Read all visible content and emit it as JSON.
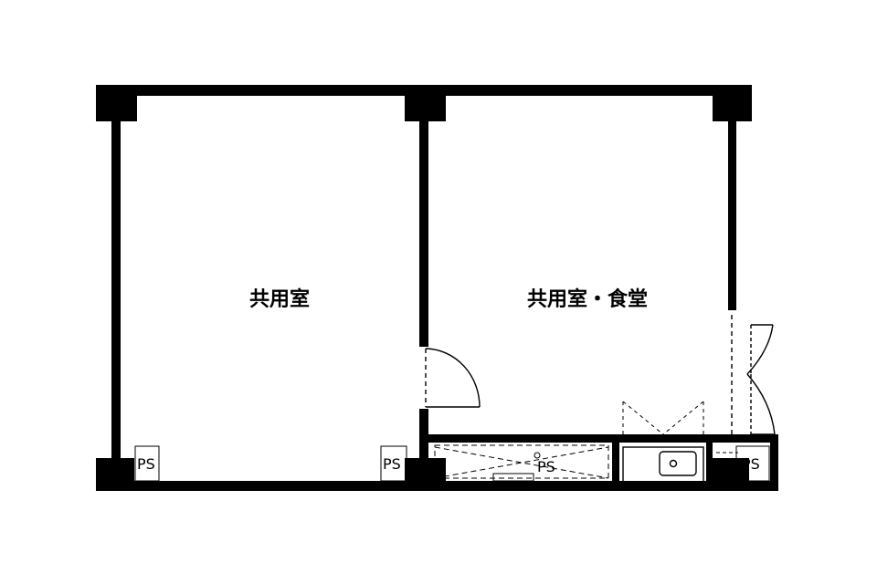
{
  "rooms": {
    "left_room_label": "共用室",
    "right_room_label": "共用室・食堂"
  },
  "ps_labels": {
    "left_small": "PS",
    "center_small": "PS",
    "center_large": "PS",
    "right_small": "PS"
  },
  "colors": {
    "wall": "#000000",
    "line": "#000000",
    "background": "#ffffff"
  }
}
